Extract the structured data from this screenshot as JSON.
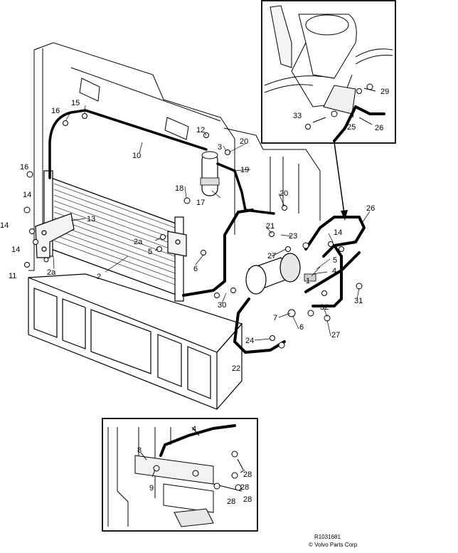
{
  "labels": {
    "main": {
      "p1": "1",
      "p2": "2",
      "p2a_left": "2a",
      "p2a_center": "2a",
      "p3": "3",
      "p4": "4",
      "p5_center": "5",
      "p5_right": "5",
      "p6_center": "6",
      "p6_right": "6",
      "p7": "7",
      "p10": "10",
      "p11": "11",
      "p12": "12",
      "p13": "13",
      "p14_a": "14",
      "p14_b": "14",
      "p14_c": "14",
      "p14_d": "14",
      "p15": "15",
      "p16_top": "16",
      "p16_left": "16",
      "p17": "17",
      "p18": "18",
      "p19": "19",
      "p20_top": "20",
      "p20_mid": "20",
      "p21": "21",
      "p22": "22",
      "p23": "23",
      "p24": "24",
      "p26": "26",
      "p27_mid": "27",
      "p27_low": "27",
      "p30": "30",
      "p31": "31",
      "p32": "32"
    },
    "inset_top": {
      "p25": "25",
      "p26": "26",
      "p29": "29",
      "p33": "33"
    },
    "inset_bottom": {
      "p4": "4",
      "p8": "8",
      "p9": "9",
      "p28_a": "28",
      "p28_b": "28",
      "p28_c": "28",
      "p28_d": "28"
    }
  },
  "footer": {
    "reference": "R1031681",
    "copyright": "© Volvo Parts Corp"
  }
}
